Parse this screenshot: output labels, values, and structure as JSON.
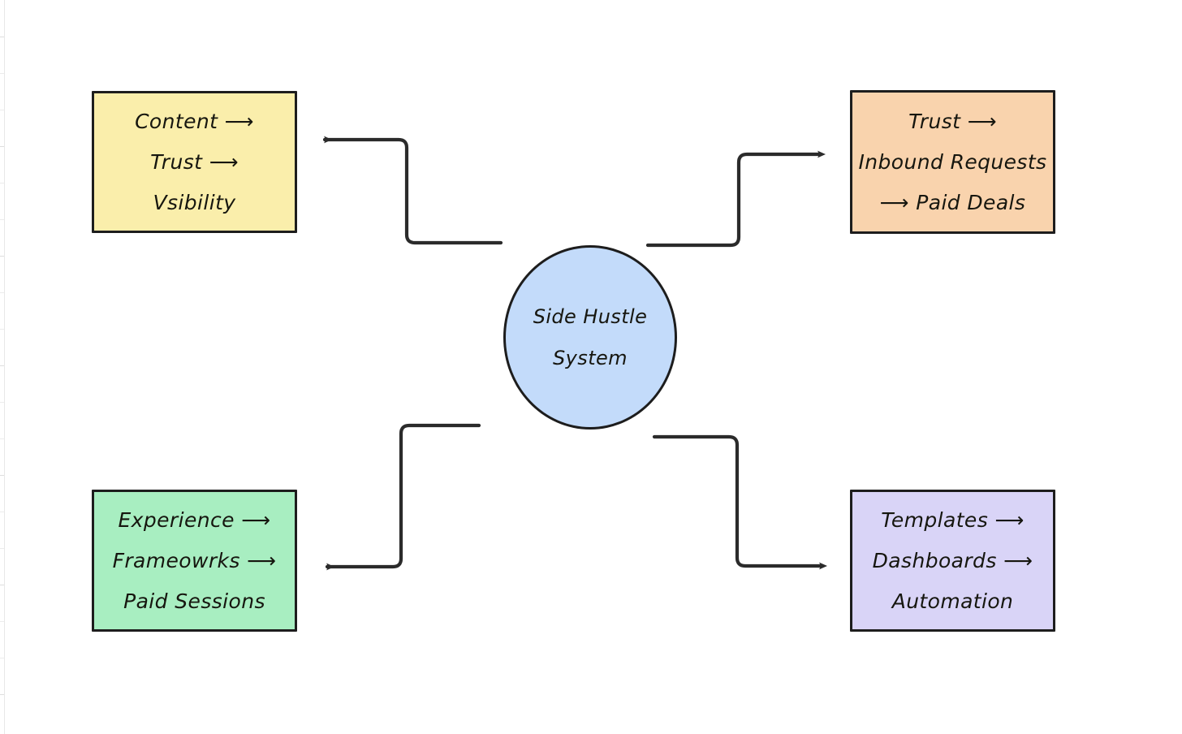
{
  "diagram": {
    "title": "Side Hustle System",
    "center": {
      "id": "side-hustle-system",
      "label_line_1": "Side Hustle",
      "label_line_2": "System",
      "shape": "circle",
      "fill": "#c3dbfa",
      "stroke": "#1d1d1d"
    },
    "nodes": [
      {
        "id": "content-trust-visibility",
        "position": "top-left",
        "shape": "rectangle",
        "fill": "#faeeab",
        "stroke": "#1d1d1d",
        "lines": [
          "Content ⟶",
          "Trust ⟶",
          "Vsibility"
        ]
      },
      {
        "id": "trust-inbound-paid-deals",
        "position": "top-right",
        "shape": "rectangle",
        "fill": "#f9d3ad",
        "stroke": "#1d1d1d",
        "lines": [
          "Trust ⟶",
          "Inbound Requests",
          "⟶ Paid Deals"
        ]
      },
      {
        "id": "experience-frameworks-paid-sessions",
        "position": "bottom-left",
        "shape": "rectangle",
        "fill": "#a8eec1",
        "stroke": "#1d1d1d",
        "lines": [
          "Experience ⟶",
          "Frameowrks ⟶",
          "Paid Sessions"
        ]
      },
      {
        "id": "templates-dashboards-automation",
        "position": "bottom-right",
        "shape": "rectangle",
        "fill": "#d9d4f7",
        "stroke": "#1d1d1d",
        "lines": [
          "Templates ⟶",
          "Dashboards ⟶",
          "Automation"
        ]
      }
    ],
    "connectors": [
      {
        "id": "center-to-top-left",
        "from": "side-hustle-system",
        "to": "content-trust-visibility",
        "direction": "left-up",
        "arrow_at": "target"
      },
      {
        "id": "center-to-top-right",
        "from": "side-hustle-system",
        "to": "trust-inbound-paid-deals",
        "direction": "right-up",
        "arrow_at": "target"
      },
      {
        "id": "center-to-bottom-left",
        "from": "side-hustle-system",
        "to": "experience-frameworks-paid-sessions",
        "direction": "left-down",
        "arrow_at": "target"
      },
      {
        "id": "center-to-bottom-right",
        "from": "side-hustle-system",
        "to": "templates-dashboards-automation",
        "direction": "right-down",
        "arrow_at": "target"
      }
    ],
    "canvas": {
      "background": "#ffffff",
      "stroke_color": "#2b2b2b"
    }
  }
}
